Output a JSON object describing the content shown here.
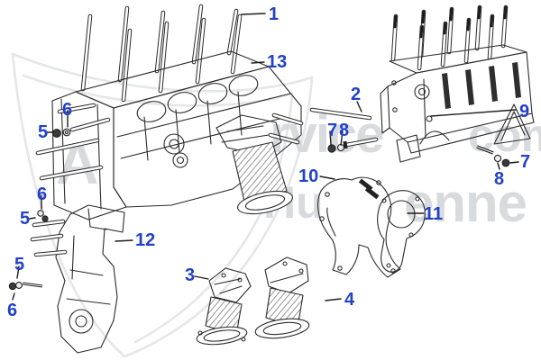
{
  "diagram": {
    "background_color": "#ffffff",
    "line_color": "#2b2b2b",
    "label_color": "#2141c6",
    "callouts": [
      {
        "text": "1"
      },
      {
        "text": "13"
      },
      {
        "text": "2"
      },
      {
        "text": "9"
      },
      {
        "text": "7"
      },
      {
        "text": "8"
      },
      {
        "text": "10"
      },
      {
        "text": "11"
      },
      {
        "text": "7"
      },
      {
        "text": "8"
      },
      {
        "text": "5"
      },
      {
        "text": "6"
      },
      {
        "text": "6"
      },
      {
        "text": "5"
      },
      {
        "text": "5"
      },
      {
        "text": "6"
      },
      {
        "text": "12"
      },
      {
        "text": "3"
      },
      {
        "text": "4"
      }
    ],
    "watermark": {
      "color": "#d8dbde",
      "fragments": [
        {
          "text": "A"
        },
        {
          "text": "rvice"
        },
        {
          "text": "com"
        },
        {
          "text": "Hu"
        },
        {
          "text": "enne"
        }
      ]
    }
  }
}
